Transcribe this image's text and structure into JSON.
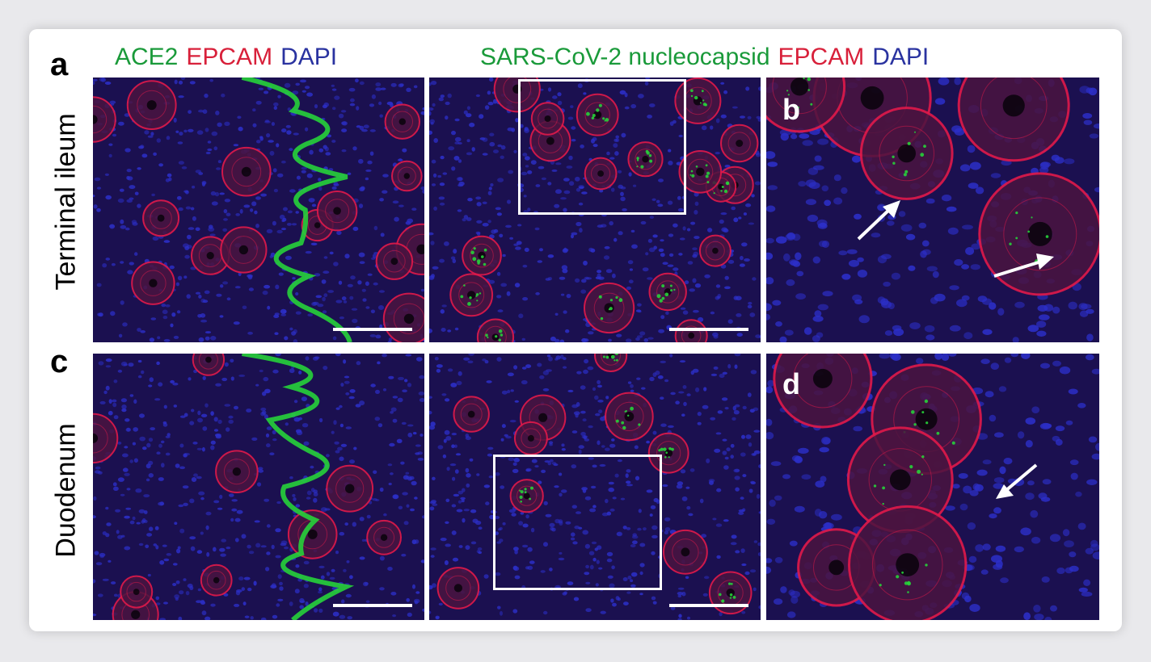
{
  "panel_letters": {
    "a": "a",
    "b": "b",
    "c": "c",
    "d": "d"
  },
  "headers": {
    "left": [
      {
        "text": "ACE2",
        "color": "#1a9a3a"
      },
      {
        "text": "EPCAM",
        "color": "#d8203a"
      },
      {
        "text": "DAPI",
        "color": "#2a33a0"
      }
    ],
    "right": [
      {
        "text": "SARS-CoV-2 nucleocapsid",
        "color": "#1a9a3a"
      },
      {
        "text": "EPCAM",
        "color": "#d8203a"
      },
      {
        "text": "DAPI",
        "color": "#2a33a0"
      }
    ]
  },
  "row_labels": {
    "top": "Terminal ileum",
    "bottom": "Duodenum"
  },
  "colors": {
    "nuclei": "#2c2fc8",
    "membrane": "#e01a4a",
    "ace2": "#27d13a",
    "tissue_bg": "#1b1050",
    "lumen": "#050308"
  }
}
